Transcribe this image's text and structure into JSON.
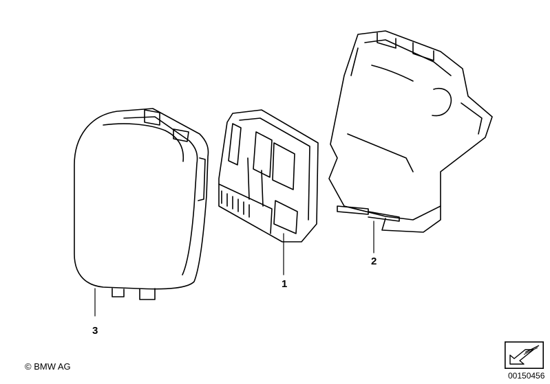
{
  "callouts": {
    "part1": "1",
    "part2": "2",
    "part3": "3"
  },
  "footer": {
    "copyright": "© BMW AG",
    "document_number": "00150456"
  },
  "icons": {
    "navigation": "arrow-nav-icon"
  },
  "colors": {
    "line": "#000000",
    "background": "#ffffff"
  }
}
